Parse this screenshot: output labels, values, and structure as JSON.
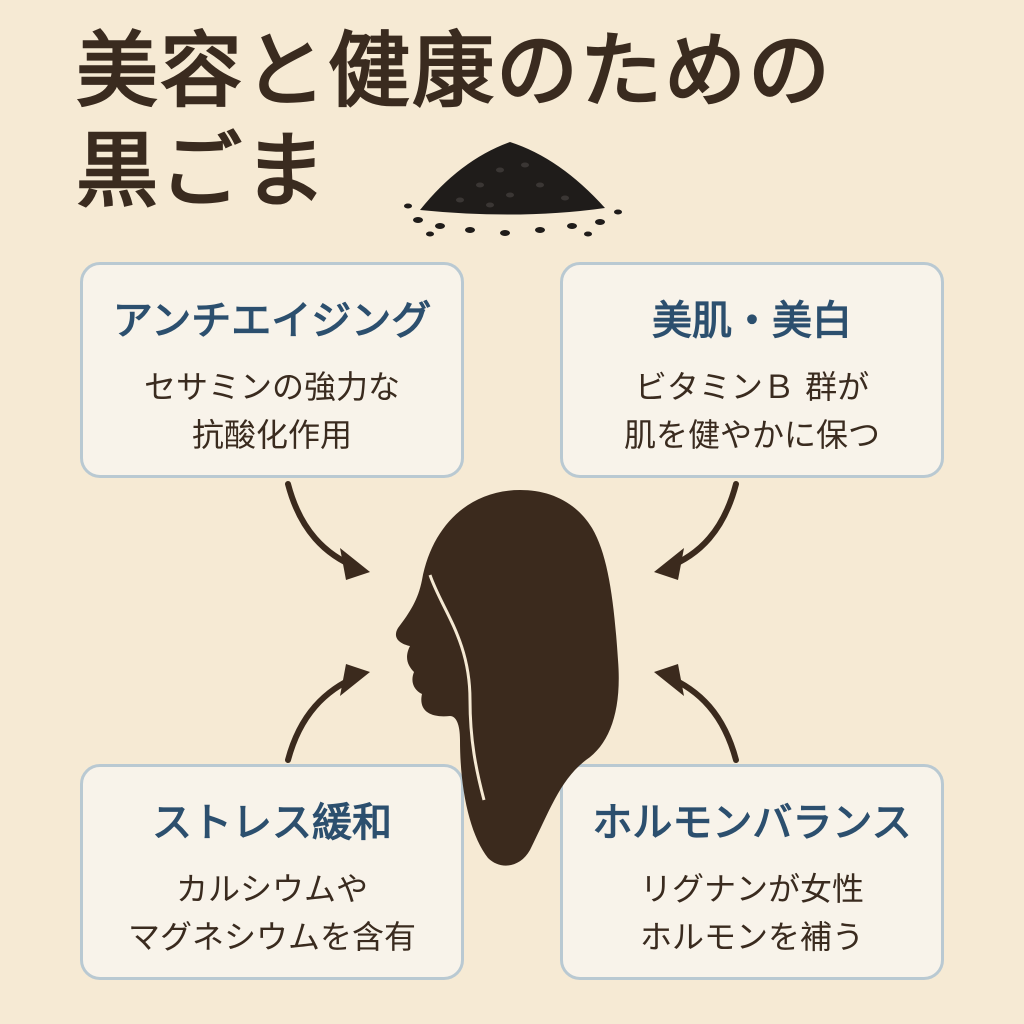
{
  "title": {
    "line1": "美容と健康のための",
    "line2": "黒ごま"
  },
  "cards": {
    "top_left": {
      "heading": "アンチエイジング",
      "line1": "セサミンの強力な",
      "line2": "抗酸化作用"
    },
    "top_right": {
      "heading": "美肌・美白",
      "line1": "ビタミンＢ 群が",
      "line2": "肌を健やかに保つ"
    },
    "bottom_left": {
      "heading": "ストレス緩和",
      "line1": "カルシウムや",
      "line2": "マグネシウムを含有"
    },
    "bottom_right": {
      "heading": "ホルモンバランス",
      "line1": "リグナンが女性",
      "line2": "ホルモンを補う"
    }
  },
  "colors": {
    "background": "#f6ead4",
    "title": "#3a2b1f",
    "heading": "#2c4f6e",
    "card_border": "#b9c9d2",
    "silhouette": "#3b2a1d"
  }
}
